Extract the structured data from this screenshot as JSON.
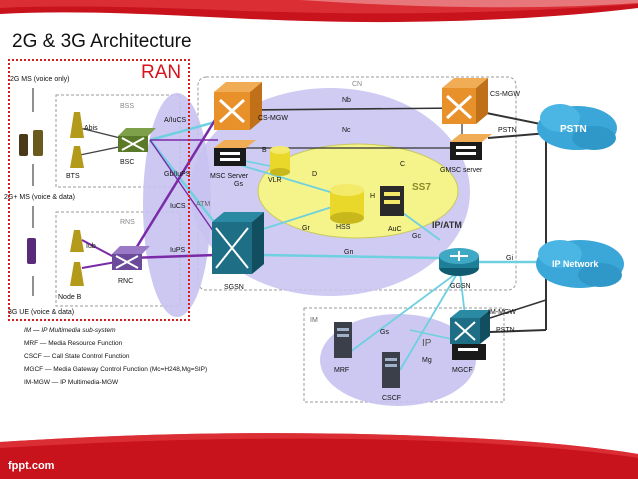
{
  "title": "2G & 3G Architecture",
  "ran_label": "RAN",
  "footer_brand": "fppt.com",
  "labels": {
    "ms_2g": "2G MS (voice only)",
    "ms_25g": "2G+ MS (voice & data)",
    "ue_3g": "3G UE (voice & data)",
    "bss": "BSS",
    "rns": "RNS",
    "bts": "BTS",
    "bsc": "BSC",
    "abis": "Abis",
    "node_b": "Node B",
    "iub": "Iub",
    "rnc": "RNC",
    "a_iucs": "A/IuCS",
    "gb_iups": "Gb/IuPS",
    "iucs": "IuCS",
    "iups": "IuPS",
    "atm_small": "ATM",
    "cn": "CN",
    "cs_mgw_1": "CS-MGW",
    "cs_mgw_2": "CS-MGW",
    "nb": "Nb",
    "nc": "Nc",
    "msc_server": "MSC Server",
    "gmsc_server": "GMSC server",
    "pstn_1": "PSTN",
    "pstn_2": "PSTN",
    "b": "B",
    "c": "C",
    "d": "D",
    "h": "H",
    "vlr": "VLR",
    "ss7": "SS7",
    "hss": "HSS",
    "auc": "AuC",
    "gs_1": "Gs",
    "gr": "Gr",
    "gc": "Gc",
    "gn": "Gn",
    "gi": "Gi",
    "ip_atm": "IP/ATM",
    "sgsn": "SGSN",
    "ggsn": "GGSN",
    "im": "IM",
    "im_mgw": "IM-MGW",
    "ip": "IP",
    "mg": "Mg",
    "gs_2": "Gs",
    "mrf": "MRF",
    "cscf": "CSCF",
    "mgcf": "MGCF",
    "pstn_cloud": "PSTN",
    "ip_network": "IP Network"
  },
  "legend": [
    "IM — IP Multimedia sub-system",
    "MRF — Media Resource Function",
    "CSCF — Call State Control Function",
    "MGCF — Media Gateway Control Function (Mc=H248,Mg=SIP)",
    "IM-MGW — IP Multimedia-MGW"
  ],
  "colors": {
    "band_red": "#c8121c",
    "cloud_blue": "#3aa7d8",
    "router_orange": "#e8902a",
    "switch_teal": "#1e6f86",
    "atm_lilac": "#b9b3ec",
    "ss7_yellow": "#f4f48a",
    "cyan_link": "#6fd0e0",
    "purple_link": "#7a2aa8"
  },
  "icons": {
    "phone": "mobile-phone-icon",
    "antenna": "antenna-tower-icon",
    "switch": "switch-icon",
    "router": "router-icon",
    "server": "server-icon",
    "database": "database-icon",
    "cloud": "cloud-icon"
  }
}
